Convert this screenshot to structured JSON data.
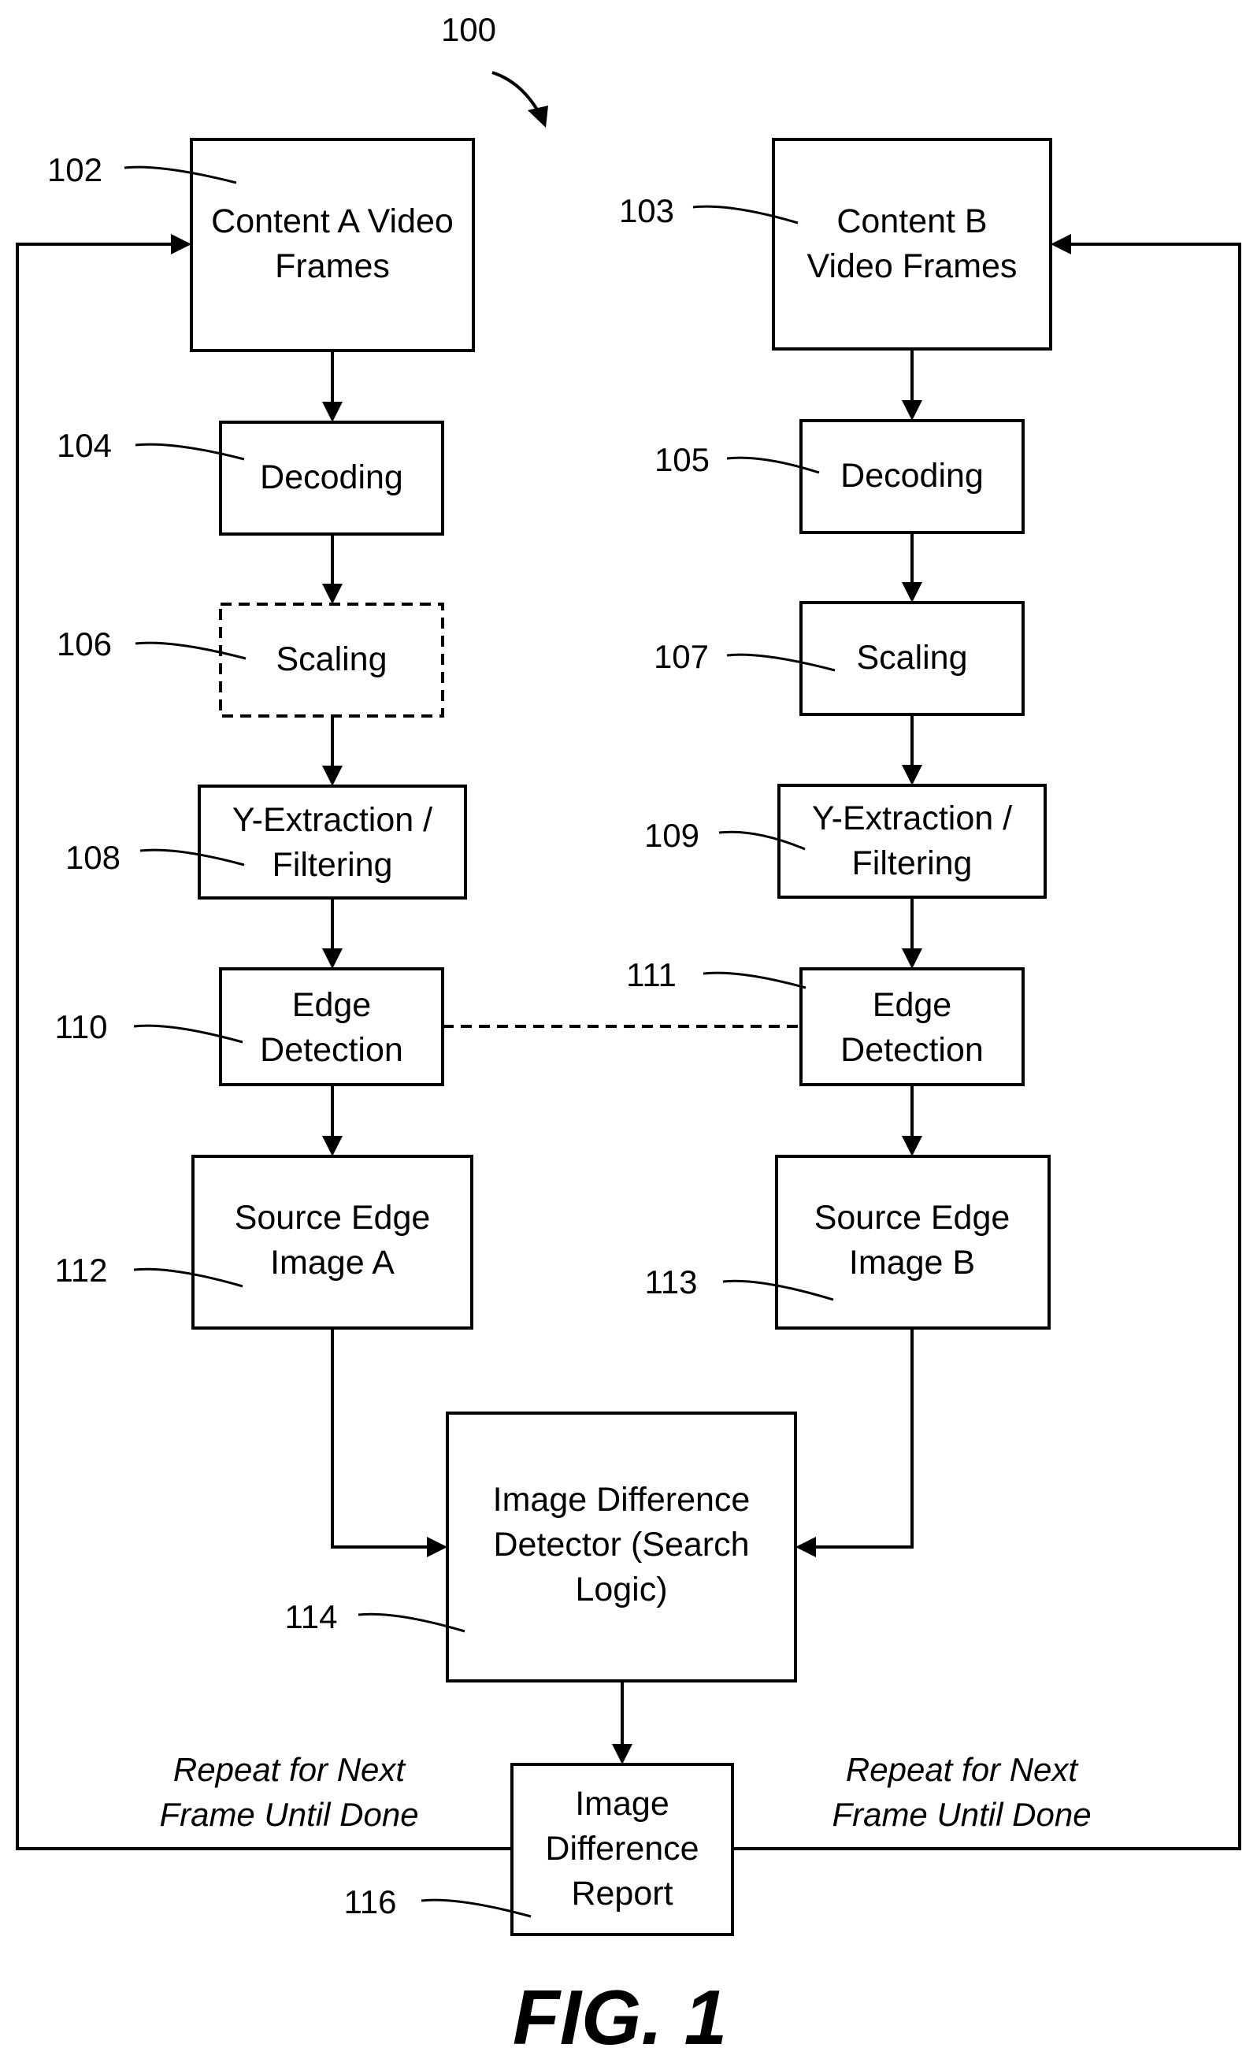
{
  "figure": {
    "number": "100",
    "caption": "FIG. 1"
  },
  "boxes": {
    "content_a": {
      "ref": "102",
      "lines": [
        "Content A Video",
        "Frames"
      ]
    },
    "content_b": {
      "ref": "103",
      "lines": [
        "Content B",
        "Video Frames"
      ]
    },
    "decoding_a": {
      "ref": "104",
      "lines": [
        "Decoding"
      ]
    },
    "decoding_b": {
      "ref": "105",
      "lines": [
        "Decoding"
      ]
    },
    "scaling_a": {
      "ref": "106",
      "lines": [
        "Scaling"
      ]
    },
    "scaling_b": {
      "ref": "107",
      "lines": [
        "Scaling"
      ]
    },
    "yext_a": {
      "ref": "108",
      "lines": [
        "Y-Extraction /",
        "Filtering"
      ]
    },
    "yext_b": {
      "ref": "109",
      "lines": [
        "Y-Extraction /",
        "Filtering"
      ]
    },
    "edge_a": {
      "ref": "110",
      "lines": [
        "Edge",
        "Detection"
      ]
    },
    "edge_b": {
      "ref": "111",
      "lines": [
        "Edge",
        "Detection"
      ]
    },
    "source_edge_a": {
      "ref": "112",
      "lines": [
        "Source Edge",
        "Image A"
      ]
    },
    "source_edge_b": {
      "ref": "113",
      "lines": [
        "Source Edge",
        "Image B"
      ]
    },
    "detector": {
      "ref": "114",
      "lines": [
        "Image Difference",
        "Detector (Search",
        "Logic)"
      ]
    },
    "report": {
      "ref": "116",
      "lines": [
        "Image",
        "Difference",
        "Report"
      ]
    }
  },
  "loop_notes": {
    "left": [
      "Repeat for Next",
      "Frame Until Done"
    ],
    "right": [
      "Repeat for Next",
      "Frame Until Done"
    ]
  }
}
